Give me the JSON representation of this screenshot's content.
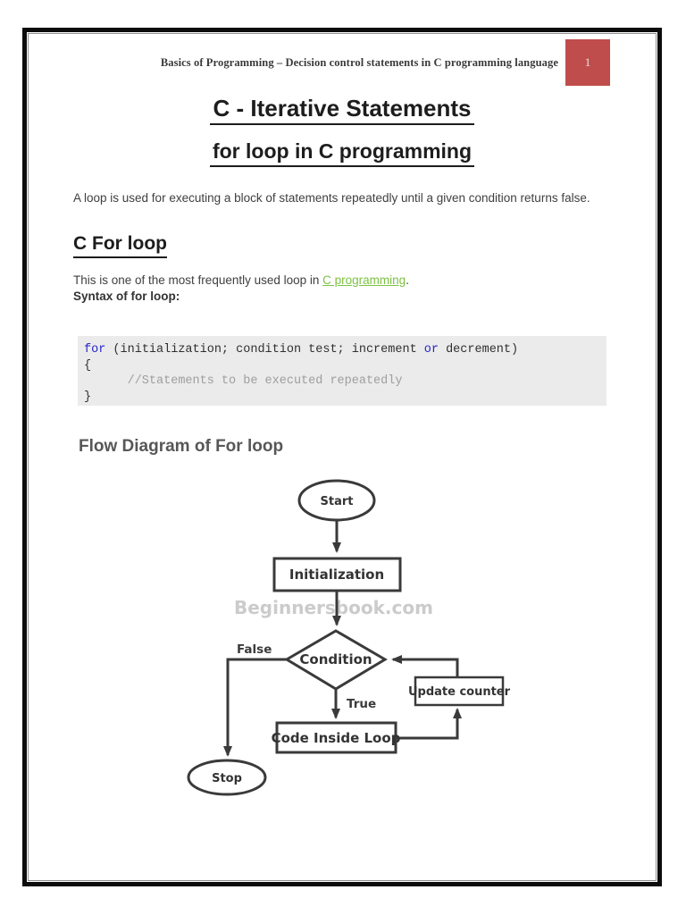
{
  "page": {
    "header": {
      "text": "Basics of Programming – Decision control statements in C programming language",
      "page_number": "1",
      "badge_color": "#bf4d4b"
    },
    "title": "C - Iterative Statements",
    "subtitle": "for loop in C programming",
    "intro": "A loop is used for executing a block of statements repeatedly until a given condition returns false.",
    "section": {
      "heading": "C For loop",
      "body_prefix": "This is one of the most frequently used loop in ",
      "link_text": "C programming",
      "body_suffix": ".",
      "link_color": "#7dc243",
      "syntax_label": "Syntax of for loop:"
    },
    "code": {
      "background": "#ebebeb",
      "keyword_color": "#2626c9",
      "comment_color": "#9e9e9e",
      "line1_kw1": "for",
      "line1_mid": " (initialization; condition test; increment ",
      "line1_kw2": "or",
      "line1_end": " decrement)",
      "line2": "{",
      "line3": "      //Statements to be executed repeatedly",
      "line4": "}"
    },
    "diagram": {
      "heading": "Flow Diagram of For loop",
      "watermark": "Beginnersbook.com",
      "stroke_color": "#3a3a3a",
      "nodes": {
        "start": "Start",
        "init": "Initialization",
        "condition": "Condition",
        "code_inside": "Code Inside Loop",
        "update": "Update counter",
        "stop": "Stop"
      },
      "labels": {
        "false_branch": "False",
        "true_branch": "True"
      }
    }
  }
}
